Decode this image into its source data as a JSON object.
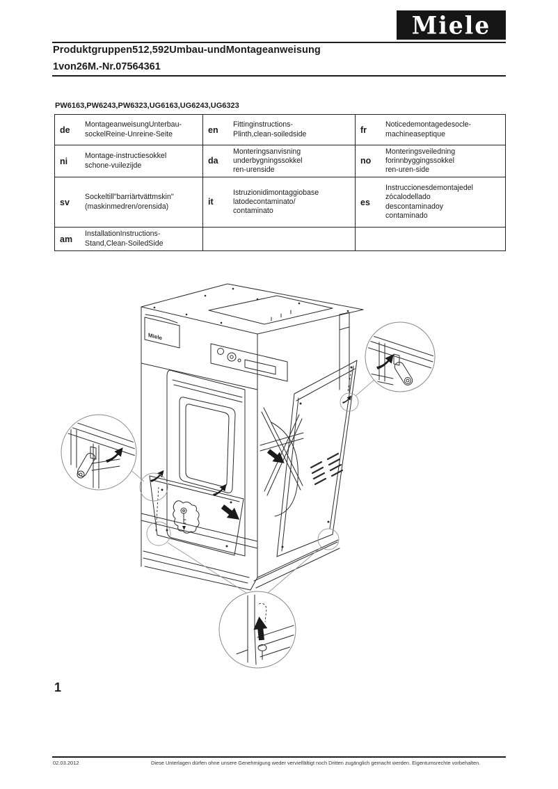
{
  "header": {
    "logo": "Miele",
    "title_line1": "Produktgruppen512,592Umbau-undMontageanweisung",
    "title_line2": "1von26M.-Nr.07564361"
  },
  "models_line": "PW6163,PW6243,PW6323,UG6163,UG6243,UG6323",
  "language_table": {
    "rows": [
      {
        "cells": [
          {
            "code": "de",
            "text": "MontageanweisungUnterbau-\nsockelReine-Unreine-Seite"
          },
          {
            "code": "en",
            "text": "Fittinginstructions-\nPlinth,clean-soiledside"
          },
          {
            "code": "fr",
            "text": "Noticedemontagedesocle-\nmachineaseptique"
          }
        ]
      },
      {
        "cells": [
          {
            "code": "ni",
            "text": "Montage-instructiesokkel\nschone-vuilezijde"
          },
          {
            "code": "da",
            "text": "Monteringsanvisning\nunderbygningssokkel\nren-urenside"
          },
          {
            "code": "no",
            "text": "Monteringsveiledning\nforinnbyggingssokkel\nren-uren-side"
          }
        ]
      },
      {
        "cells": [
          {
            "code": "sv",
            "text": "Sockeltill\"barriärtvättmskin\"\n(maskinmedren/orensida)"
          },
          {
            "code": "it",
            "text": "Istruzionidimontaggiobase\nlatodecontaminato/\ncontaminato"
          },
          {
            "code": "es",
            "text": "Instruccionesdemontajedel\nzócalodellado\ndescontaminadoy\ncontaminado"
          }
        ]
      },
      {
        "cells": [
          {
            "code": "am",
            "text": "InstallationInstructions-\nStand,Clean-SoiledSide"
          },
          {
            "code": "",
            "text": ""
          },
          {
            "code": "",
            "text": ""
          }
        ]
      }
    ]
  },
  "figure": {
    "nameplate": "Miele",
    "number": "1"
  },
  "footer": {
    "date": "02.03.2012",
    "notice": "Diese Unterlagen dürfen ohne unsere Genehmigung weder vervielfältigt noch Dritten zugänglich gemacht werden. Eigentumsrechte vorbehalten."
  }
}
